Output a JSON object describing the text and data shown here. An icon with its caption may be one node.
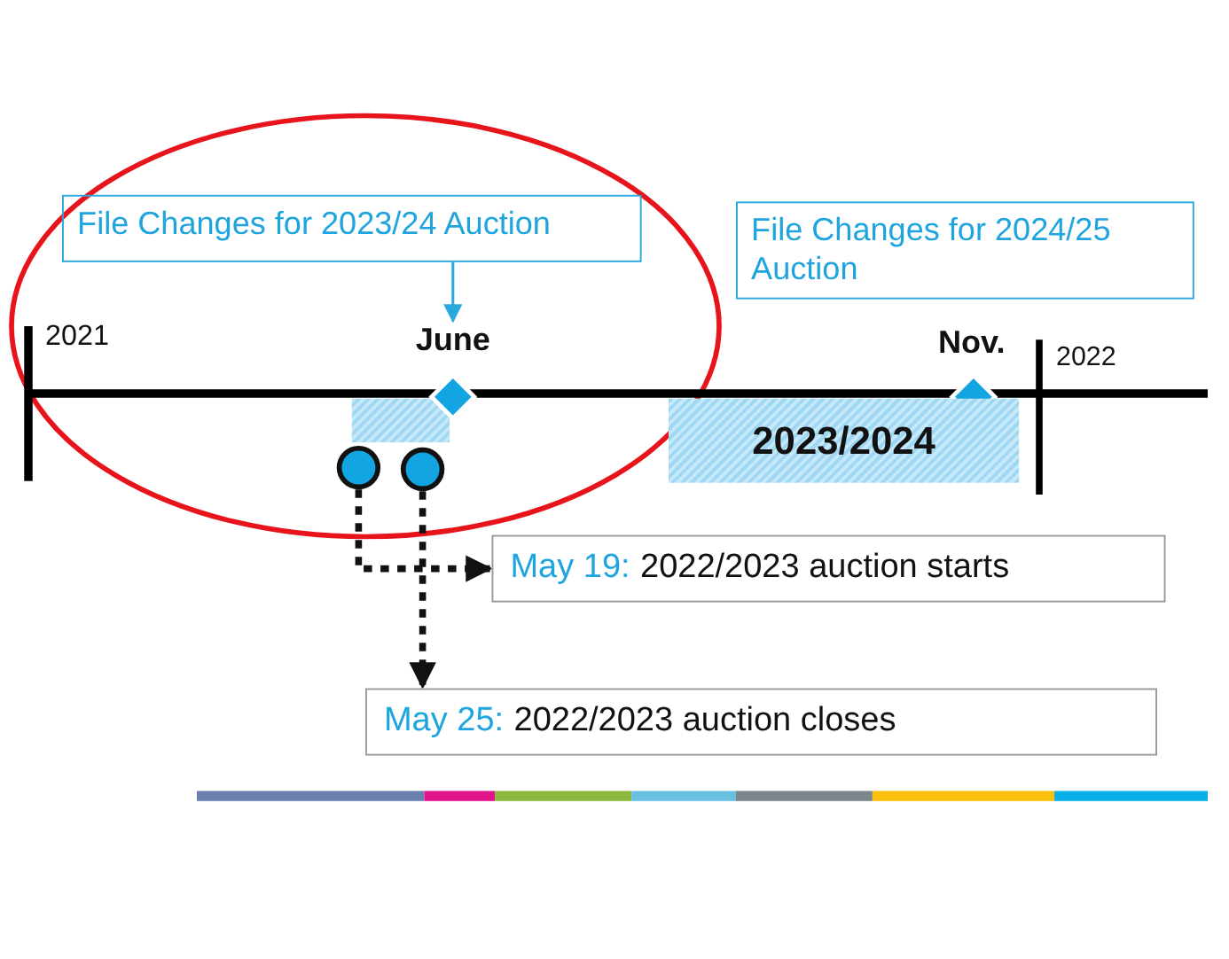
{
  "diagram": {
    "nodes": [
      {
        "text": [
          "File Changes for 2023/24 Auction"
        ]
      },
      {
        "text": [
          "File Changes for 2024/25 Auction"
        ]
      },
      {
        "text": [
          "June"
        ]
      },
      {
        "text": [],
        "shape": "circle"
      },
      {
        "text": [],
        "shape": "circle"
      },
      {
        "text": [
          "May 19:",
          "2022/2023 auction starts"
        ]
      },
      {
        "text": [
          "May 25:",
          "2022/2023 auction closes"
        ]
      },
      {
        "text": [
          "2023/2024"
        ]
      }
    ],
    "edges": [
      {
        "from": 0,
        "to": 2,
        "arrow": "to",
        "color": "#29a8e0"
      },
      {
        "from": 3,
        "to": 5,
        "arrow": "to",
        "style": "dashed"
      },
      {
        "from": 4,
        "to": 6,
        "arrow": "to",
        "style": "dashed"
      }
    ],
    "labels": [
      "2021",
      "Nov.",
      "2022"
    ]
  }
}
